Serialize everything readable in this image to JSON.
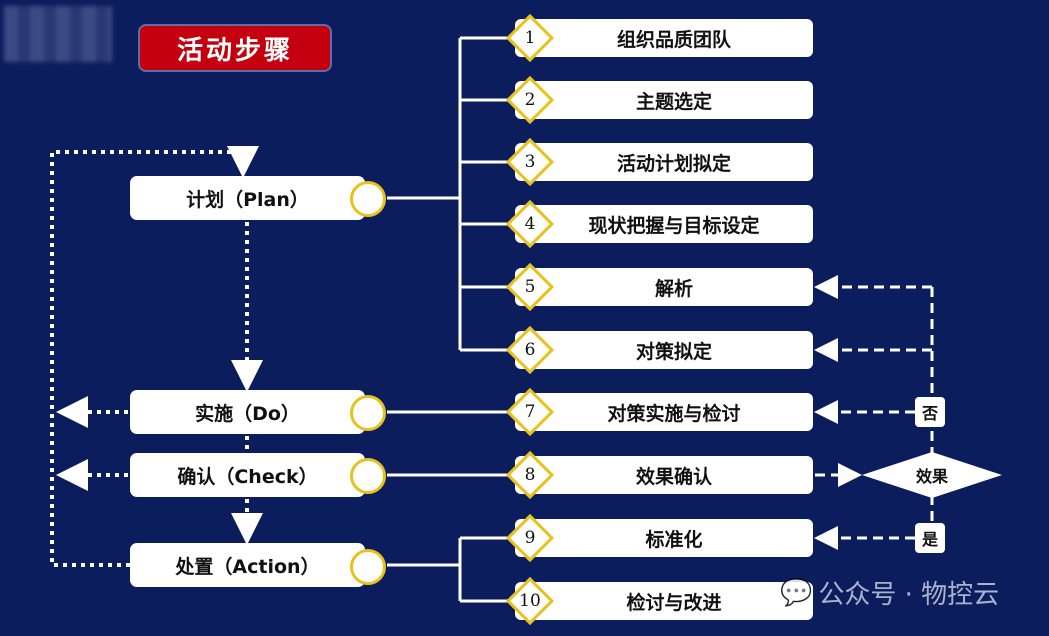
{
  "title": "活动步骤",
  "phases": [
    "计划（Plan）",
    "实施（Do）",
    "确认（Check）",
    "处置（Action）"
  ],
  "steps": [
    {
      "num": "1",
      "label": "组织品质团队"
    },
    {
      "num": "2",
      "label": "主题选定"
    },
    {
      "num": "3",
      "label": "活动计划拟定"
    },
    {
      "num": "4",
      "label": "现状把握与目标设定"
    },
    {
      "num": "5",
      "label": "解析"
    },
    {
      "num": "6",
      "label": "对策拟定"
    },
    {
      "num": "7",
      "label": "对策实施与检讨"
    },
    {
      "num": "8",
      "label": "效果确认"
    },
    {
      "num": "9",
      "label": "标准化"
    },
    {
      "num": "10",
      "label": "检讨与改进"
    }
  ],
  "decision": {
    "label": "效果",
    "no": "否",
    "yes": "是"
  },
  "watermark": "公众号 · 物控云",
  "colors": {
    "background": "#0c1d5e",
    "title": "#c4000e",
    "accent": "#e8c21c"
  }
}
